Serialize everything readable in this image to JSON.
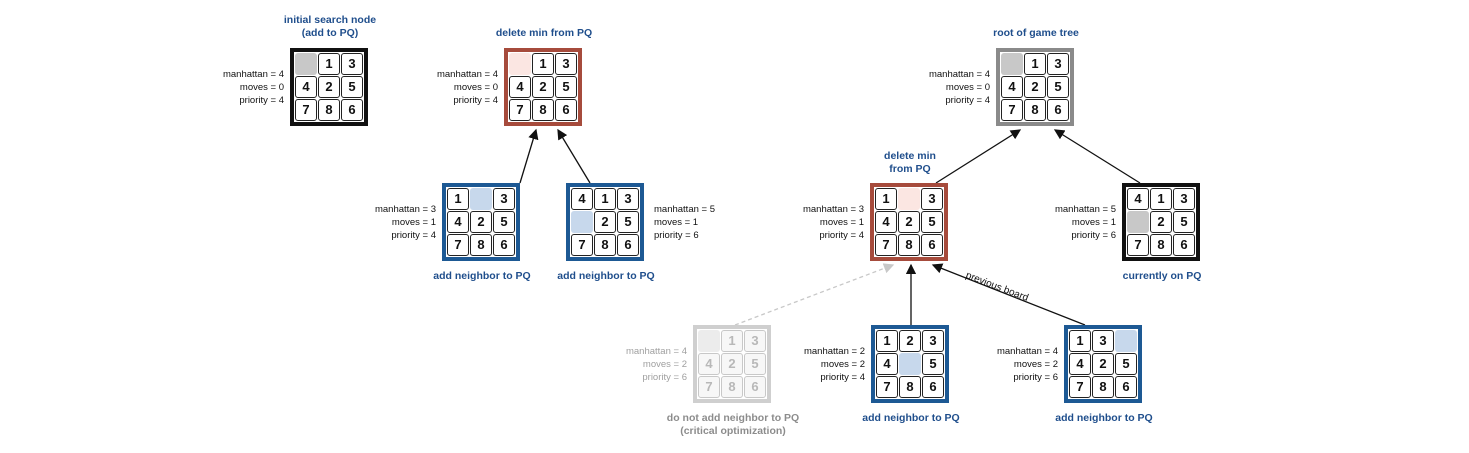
{
  "colors": {
    "title_blue": "#1f4e8c",
    "frame_red": "#a64b3c",
    "frame_blue": "#1d5994",
    "frame_gray": "#8a8a8a",
    "frame_black": "#111111",
    "blank_gray": "#c8c8c8",
    "blank_red": "#fbe6e2",
    "blank_blue": "#c7d8ec"
  },
  "labels": {
    "manhattan": "manhattan",
    "moves": "moves",
    "priority": "priority"
  },
  "edge_label": "previous board",
  "nodes": [
    {
      "id": "initial",
      "title": [
        "initial search node",
        "(add to PQ)"
      ],
      "frame": "black",
      "blank": "gray",
      "tiles": [
        "",
        "1",
        "3",
        "4",
        "2",
        "5",
        "7",
        "8",
        "6"
      ],
      "manhattan": "4",
      "moves": "0",
      "priority": "4"
    },
    {
      "id": "left-root",
      "title": [
        "delete min from PQ"
      ],
      "frame": "red",
      "blank": "red",
      "tiles": [
        "",
        "1",
        "3",
        "4",
        "2",
        "5",
        "7",
        "8",
        "6"
      ],
      "manhattan": "4",
      "moves": "0",
      "priority": "4"
    },
    {
      "id": "left-child-1",
      "title": [
        "add neighbor to PQ"
      ],
      "frame": "blue",
      "blank": "blue",
      "tiles": [
        "1",
        "",
        "3",
        "4",
        "2",
        "5",
        "7",
        "8",
        "6"
      ],
      "manhattan": "3",
      "moves": "1",
      "priority": "4"
    },
    {
      "id": "left-child-2",
      "title": [
        "add neighbor to PQ"
      ],
      "frame": "blue",
      "blank": "blue",
      "tiles": [
        "4",
        "1",
        "3",
        "",
        "2",
        "5",
        "7",
        "8",
        "6"
      ],
      "manhattan": "5",
      "moves": "1",
      "priority": "6"
    },
    {
      "id": "right-root",
      "title": [
        "root of game tree"
      ],
      "frame": "gray",
      "blank": "gray",
      "tiles": [
        "",
        "1",
        "3",
        "4",
        "2",
        "5",
        "7",
        "8",
        "6"
      ],
      "manhattan": "4",
      "moves": "0",
      "priority": "4"
    },
    {
      "id": "right-mid-1",
      "title": [
        "delete min",
        "from PQ"
      ],
      "frame": "red",
      "blank": "red",
      "tiles": [
        "1",
        "",
        "3",
        "4",
        "2",
        "5",
        "7",
        "8",
        "6"
      ],
      "manhattan": "3",
      "moves": "1",
      "priority": "4"
    },
    {
      "id": "right-mid-2",
      "title": [
        "currently on PQ"
      ],
      "frame": "black",
      "blank": "gray",
      "tiles": [
        "4",
        "1",
        "3",
        "",
        "2",
        "5",
        "7",
        "8",
        "6"
      ],
      "manhattan": "5",
      "moves": "1",
      "priority": "6"
    },
    {
      "id": "bottom-1",
      "title": [
        "do not add neighbor to PQ",
        "(critical optimization)"
      ],
      "frame": "faded",
      "blank": "faded",
      "faded": true,
      "tiles": [
        "",
        "1",
        "3",
        "4",
        "2",
        "5",
        "7",
        "8",
        "6"
      ],
      "manhattan": "4",
      "moves": "2",
      "priority": "6"
    },
    {
      "id": "bottom-2",
      "title": [
        "add neighbor to PQ"
      ],
      "frame": "blue",
      "blank": "blue",
      "tiles": [
        "1",
        "2",
        "3",
        "4",
        "",
        "5",
        "7",
        "8",
        "6"
      ],
      "manhattan": "2",
      "moves": "2",
      "priority": "4"
    },
    {
      "id": "bottom-3",
      "title": [
        "add neighbor to PQ"
      ],
      "frame": "blue",
      "blank": "blue",
      "tiles": [
        "1",
        "3",
        "",
        "4",
        "2",
        "5",
        "7",
        "8",
        "6"
      ],
      "manhattan": "4",
      "moves": "2",
      "priority": "6"
    }
  ]
}
